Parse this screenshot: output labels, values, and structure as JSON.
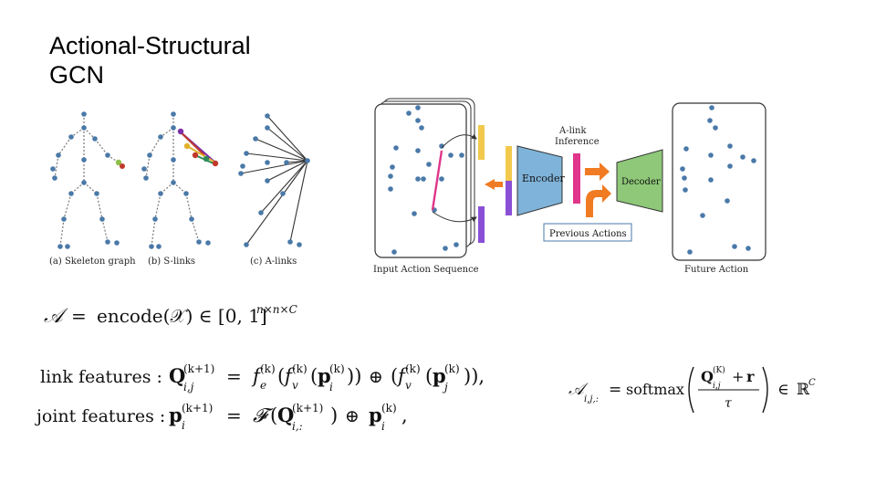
{
  "slide": {
    "title_line1": "Actional-Structural",
    "title_line2": "GCN"
  },
  "skeleton_figures": {
    "captions": [
      "(a) Skeleton graph",
      "(b) S-links",
      "(c) A-links"
    ]
  },
  "pipeline": {
    "input_label": "Input Action Sequence",
    "encoder_label": "Encoder",
    "inference_label_line1": "A-link",
    "inference_label_line2": "Inference",
    "decoder_label": "Decoder",
    "previous_actions_label": "Previous Actions",
    "output_label": "Future Action"
  },
  "equations": {
    "eq1": {
      "lhs": "𝒜",
      "rhs_func": "encode(𝒳) ∈ [0, 1]",
      "rhs_sup": "n×n×C"
    },
    "link_label": "link features :",
    "joint_label": "joint features :",
    "softmax_word": "softmax",
    "softmax_tau": "τ",
    "softmax_set": "ℝ",
    "softmax_set_sup": "C"
  },
  "colors": {
    "joint": "#4a79a8",
    "bone": "#555555",
    "pink": "#e0358a",
    "yellow": "#f2c94c",
    "purple": "#8a4fd6",
    "encoder_fill": "#7fb3d9",
    "decoder_fill": "#8ec878",
    "orange": "#f07b22"
  }
}
